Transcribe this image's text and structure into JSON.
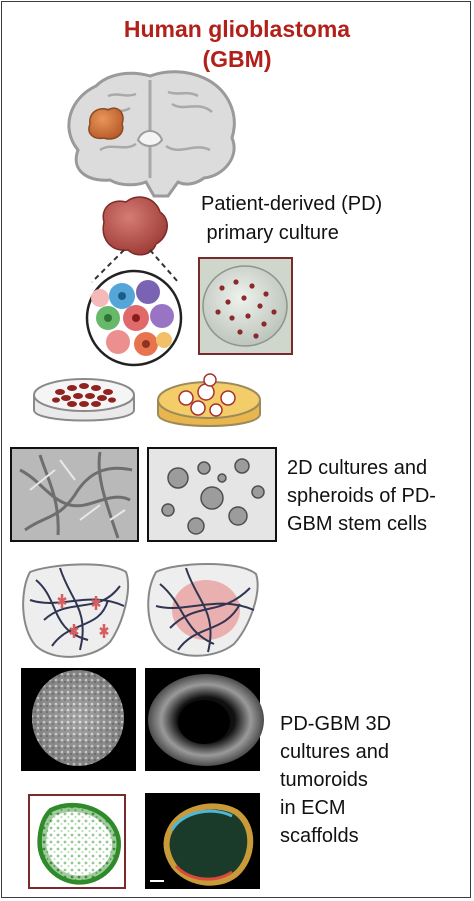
{
  "title": {
    "line1": "Human glioblastoma",
    "line2": "(GBM)"
  },
  "labels": {
    "pd_line1": "Patient-derived (PD)",
    "pd_line2": " primary culture",
    "spheroids_line1": "2D cultures and",
    "spheroids_line2": "spheroids of PD-",
    "spheroids_line3": "GBM stem cells",
    "tumoroids_line1": "PD-GBM 3D",
    "tumoroids_line2": "cultures and",
    "tumoroids_line3": "tumoroids",
    "tumoroids_line4": "in ECM",
    "tumoroids_line5": "scaffolds"
  },
  "colors": {
    "title": "#b3201a",
    "tumor": "#c0524c",
    "frame_border": "#7a2a2a",
    "gel_yellow": "#f3cd6a"
  }
}
